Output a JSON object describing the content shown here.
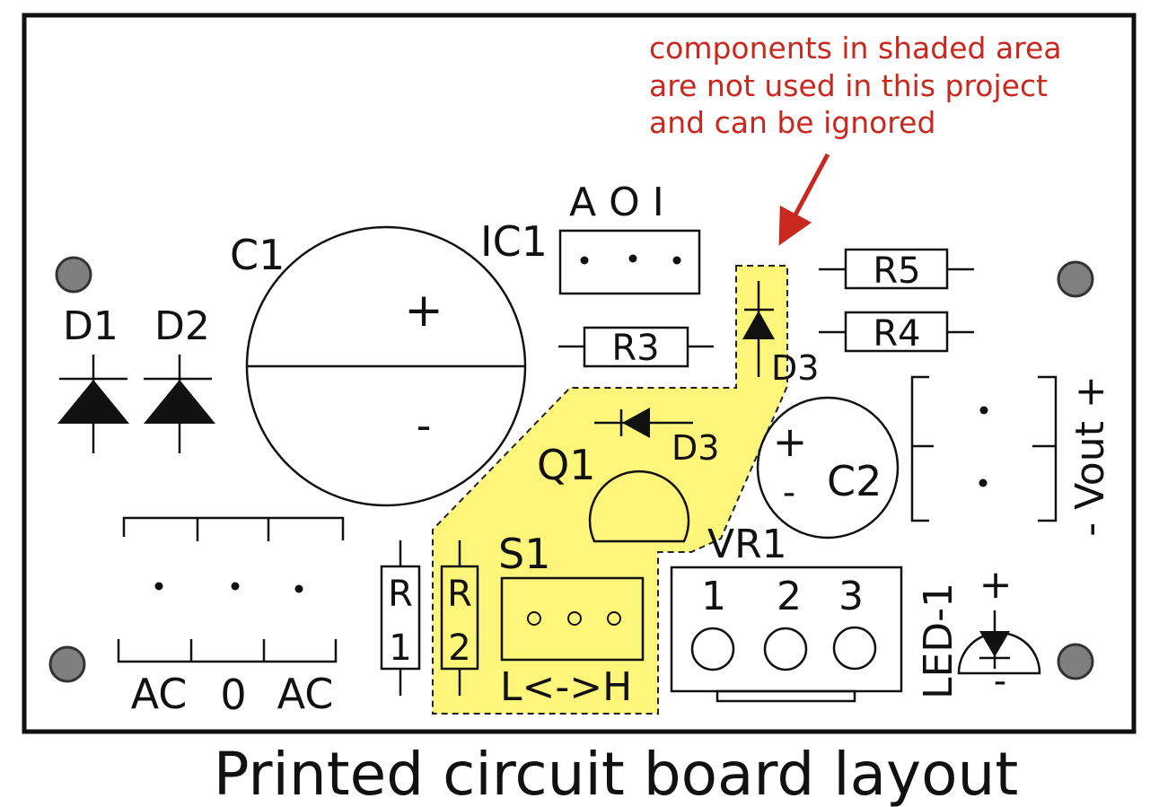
{
  "caption": "Printed circuit board layout",
  "note": {
    "lines": [
      "components in shaded area",
      "are not used in this project",
      "and can be ignored"
    ]
  },
  "colors": {
    "shade": "#fdf67a",
    "note_red": "#c8281e",
    "ink": "#111111",
    "hole": "#7f7f7f"
  },
  "labels": {
    "d1": "D1",
    "d2": "D2",
    "c1": "C1",
    "c1_plus": "+",
    "c1_minus": "-",
    "ic1": "IC1",
    "ic1_pins": "A O I",
    "r3": "R3",
    "r4": "R4",
    "r5": "R5",
    "d3_upper": "D3",
    "d3_lower": "D3",
    "q1": "Q1",
    "c2": "C2",
    "c2_plus": "+",
    "c2_minus": "-",
    "vout": "- Vout +",
    "s1": "S1",
    "s1_range": "L<->H",
    "vr1": "VR1",
    "vr1_pins": [
      "1",
      "2",
      "3"
    ],
    "r1": [
      "R",
      "1"
    ],
    "r2": [
      "R",
      "2"
    ],
    "ac_pins": [
      "AC",
      "0",
      "AC"
    ],
    "led": "LED-1",
    "led_plus": "+",
    "led_minus": "-"
  }
}
